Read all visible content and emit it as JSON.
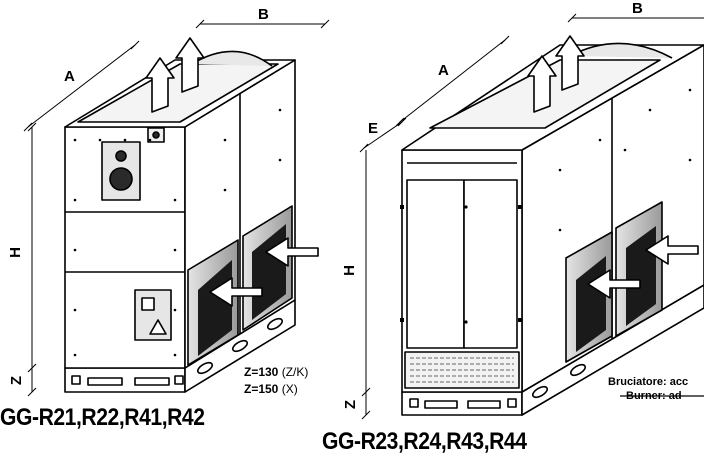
{
  "units": {
    "left": {
      "model": "GG-R21,R22,R41,R42",
      "dims": {
        "a": "A",
        "b": "B",
        "h": "H",
        "z": "Z"
      }
    },
    "right": {
      "model": "GG-R23,R24,R43,R44",
      "dims": {
        "a": "A",
        "b": "B",
        "h": "H",
        "z": "Z",
        "e": "E"
      }
    }
  },
  "z_values": [
    {
      "value": "Z=130",
      "code": "(Z/K)"
    },
    {
      "value": "Z=150",
      "code": "(X)"
    }
  ],
  "burner_note": {
    "it": "Bruciatore: acc",
    "en": "Burner: ad"
  },
  "colors": {
    "ink": "#000000",
    "panel": "#ffffff",
    "shadow": "#bdbdbd",
    "dark": "#2a2a2a"
  }
}
